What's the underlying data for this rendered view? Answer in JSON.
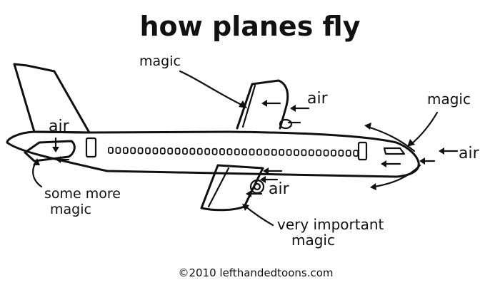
{
  "title": "how planes fly",
  "labels": {
    "magic_top": "magic",
    "air_wing_top": "air",
    "magic_nose": "magic",
    "air_nose": "air",
    "air_tail": "air",
    "some_more_magic_1": "some more",
    "some_more_magic_2": "magic",
    "air_wing_bottom": "air",
    "very_important_1": "very important",
    "very_important_2": "magic"
  },
  "credit": "©2010  lefthandedtoons.com",
  "colors": {
    "ink": "#111111",
    "paper": "#ffffff"
  }
}
